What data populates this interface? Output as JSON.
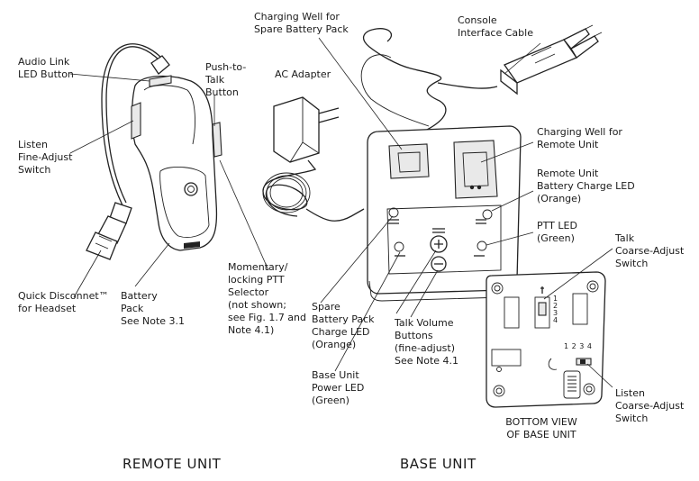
{
  "labels": {
    "audio_link": "Audio Link\nLED Button",
    "listen_fine": "Listen\nFine-Adjust\nSwitch",
    "quick_disconnect": "Quick Disconnet™\nfor Headset",
    "battery_pack": "Battery\nPack\nSee Note 3.1",
    "push_to_talk": "Push-to-\nTalk\nButton",
    "momentary_ptt": "Momentary/\nlocking PTT\nSelector\n(not shown;\nsee Fig. 1.7 and\nNote 4.1)",
    "charging_spare": "Charging Well for\nSpare Battery Pack",
    "ac_adapter": "AC Adapter",
    "console_cable": "Console\nInterface Cable",
    "charging_remote": "Charging Well for\nRemote Unit",
    "remote_charge_led": "Remote Unit\nBattery Charge LED\n(Orange)",
    "ptt_led": "PTT LED\n(Green)",
    "talk_coarse": "Talk\nCoarse-Adjust\nSwitch",
    "spare_charge_led": "Spare\nBattery Pack\nCharge LED\n(Orange)",
    "talk_volume": "Talk Volume\nButtons\n(fine-adjust)\nSee Note 4.1",
    "base_power_led": "Base Unit\nPower LED\n(Green)",
    "listen_coarse": "Listen\nCoarse-Adjust\nSwitch",
    "bottom_view": "BOTTOM VIEW\nOF BASE UNIT",
    "switch_positions_vertical": [
      "1",
      "2",
      "3",
      "4"
    ],
    "switch_positions_horizontal": "1 2 3 4"
  },
  "captions": {
    "remote": "REMOTE UNIT",
    "base": "BASE UNIT"
  }
}
